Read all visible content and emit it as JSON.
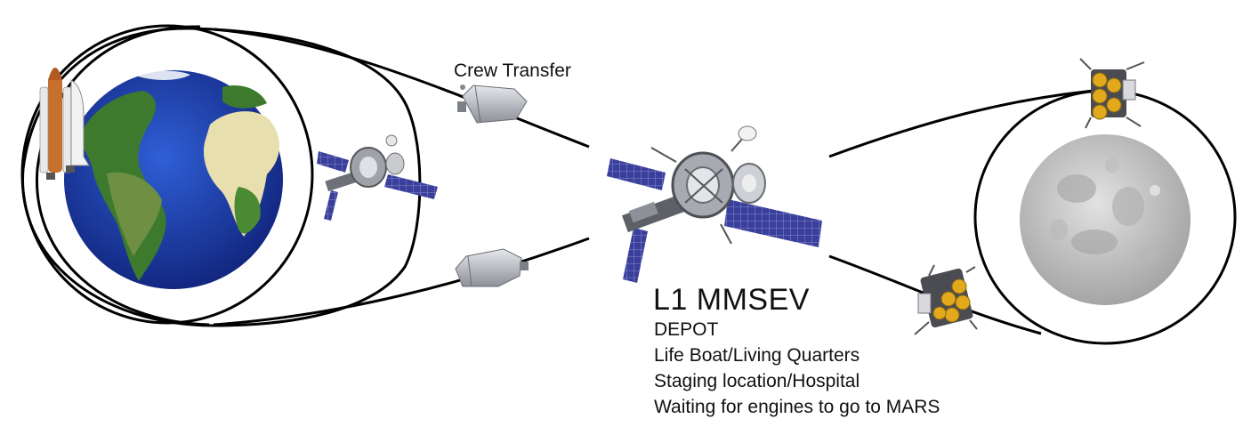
{
  "labels": {
    "crew_transfer": "Crew Transfer",
    "station_title": "L1 MMSEV",
    "station_roles": [
      "DEPOT",
      "Life Boat/Living Quarters",
      "Staging location/Hospital",
      "Waiting for engines to go to MARS"
    ]
  },
  "colors": {
    "orbit_line": "#000000",
    "ocean": "#1f3fb0",
    "land_green": "#3d7a2e",
    "land_desert": "#e8dfae",
    "moon_gray": "#c8c8c8",
    "solar_panel": "#3a3f9a",
    "capsule": "#b9bcc2",
    "shuttle_tank": "#c7702e",
    "lander_gold": "#e2a91c"
  },
  "icons": [
    "space-shuttle-icon",
    "earth-globe-icon",
    "small-station-icon",
    "crew-capsule-icon",
    "mmsev-station-icon",
    "lunar-lander-icon",
    "moon-icon"
  ]
}
